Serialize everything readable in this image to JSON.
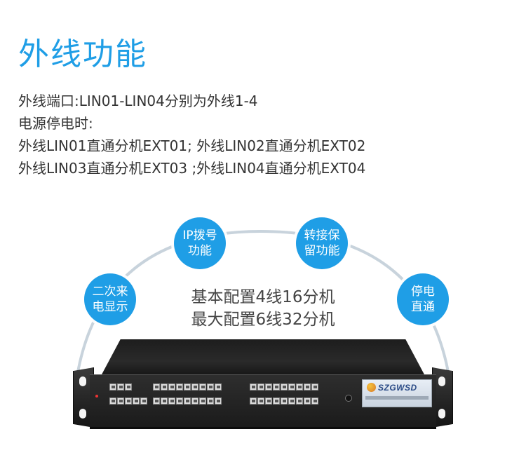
{
  "title": "外线功能",
  "desc_lines": [
    "外线端口:LIN01-LIN04分别为外线1-4",
    "电源停电时:",
    "外线LIN01直通分机EXT01; 外线LIN02直通分机EXT02",
    "外线LIN03直通分机EXT03 ;外线LIN04直通分机EXT04"
  ],
  "features": {
    "caller_id": [
      "二次来",
      "电显示"
    ],
    "ip_dial": [
      "IP拨号",
      "功能"
    ],
    "transfer_hold": [
      "转接保",
      "留功能"
    ],
    "power_fail": [
      "停电",
      "直通"
    ]
  },
  "config": {
    "basic": "基本配置4线16分机",
    "max": "最大配置6线32分机"
  },
  "device": {
    "brand": "SZGWSD"
  },
  "colors": {
    "accent": "#1f9ee6",
    "arc": "#c8d3dc",
    "text": "#333333"
  }
}
